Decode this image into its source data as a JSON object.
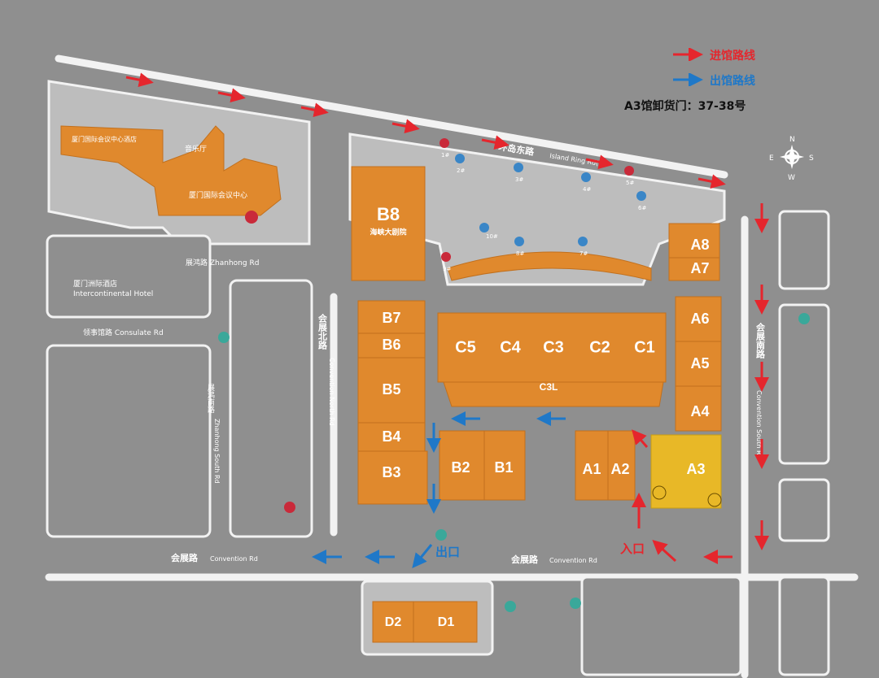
{
  "legend": {
    "enter_route": "进馆路线",
    "exit_route": "出馆路线",
    "a3_unload_gate": "A3馆卸货门：37-38号",
    "enter_color": "#e5262d",
    "exit_color": "#1f78c8"
  },
  "compass": {
    "n": "N",
    "e": "E",
    "s": "S",
    "w": "W"
  },
  "halls": {
    "B8": "B8",
    "B8_sub": "海峡大剧院",
    "B7": "B7",
    "B6": "B6",
    "B5": "B5",
    "B4": "B4",
    "B3": "B3",
    "B2": "B2",
    "B1": "B1",
    "C5": "C5",
    "C4": "C4",
    "C3": "C3",
    "C2": "C2",
    "C1": "C1",
    "C3L": "C3L",
    "A8": "A8",
    "A7": "A7",
    "A6": "A6",
    "A5": "A5",
    "A4": "A4",
    "A3": "A3",
    "A1": "A1",
    "A2": "A2",
    "D2": "D2",
    "D1": "D1"
  },
  "buildings": {
    "hotel": "厦门国际会议中心酒店",
    "music_hall": "音乐厅",
    "conference_center": "厦门国际会议中心",
    "intercontinental_cn": "厦门洲际酒店",
    "intercontinental_en": "Intercontinental Hotel"
  },
  "roads": {
    "island_ring_cn": "环岛东路",
    "island_ring_en": "Island Ring Rd(E)",
    "zhanhong": "展鸿路 Zhanhong Rd",
    "consulate": "领事馆路 Consulate Rd",
    "convention_rd_left": "会展路",
    "convention_rd_left_en": "Convention Rd",
    "convention_rd_right": "会展路",
    "convention_rd_right_en": "Convention Rd",
    "convention_north_cn": "会展北路",
    "convention_north_en": "Convention North Rd",
    "convention_south_cn": "会展南路",
    "convention_south_en": "Convention South Rd",
    "zhanhong_south_cn": "展鸿南路",
    "zhanhong_south_en": "Zhanhong South Rd"
  },
  "gates": {
    "exit": "出口",
    "entrance": "入口"
  },
  "parking": [
    "1#",
    "2#",
    "3#",
    "4#",
    "5#",
    "6#",
    "7#",
    "8#",
    "9#",
    "10#"
  ]
}
